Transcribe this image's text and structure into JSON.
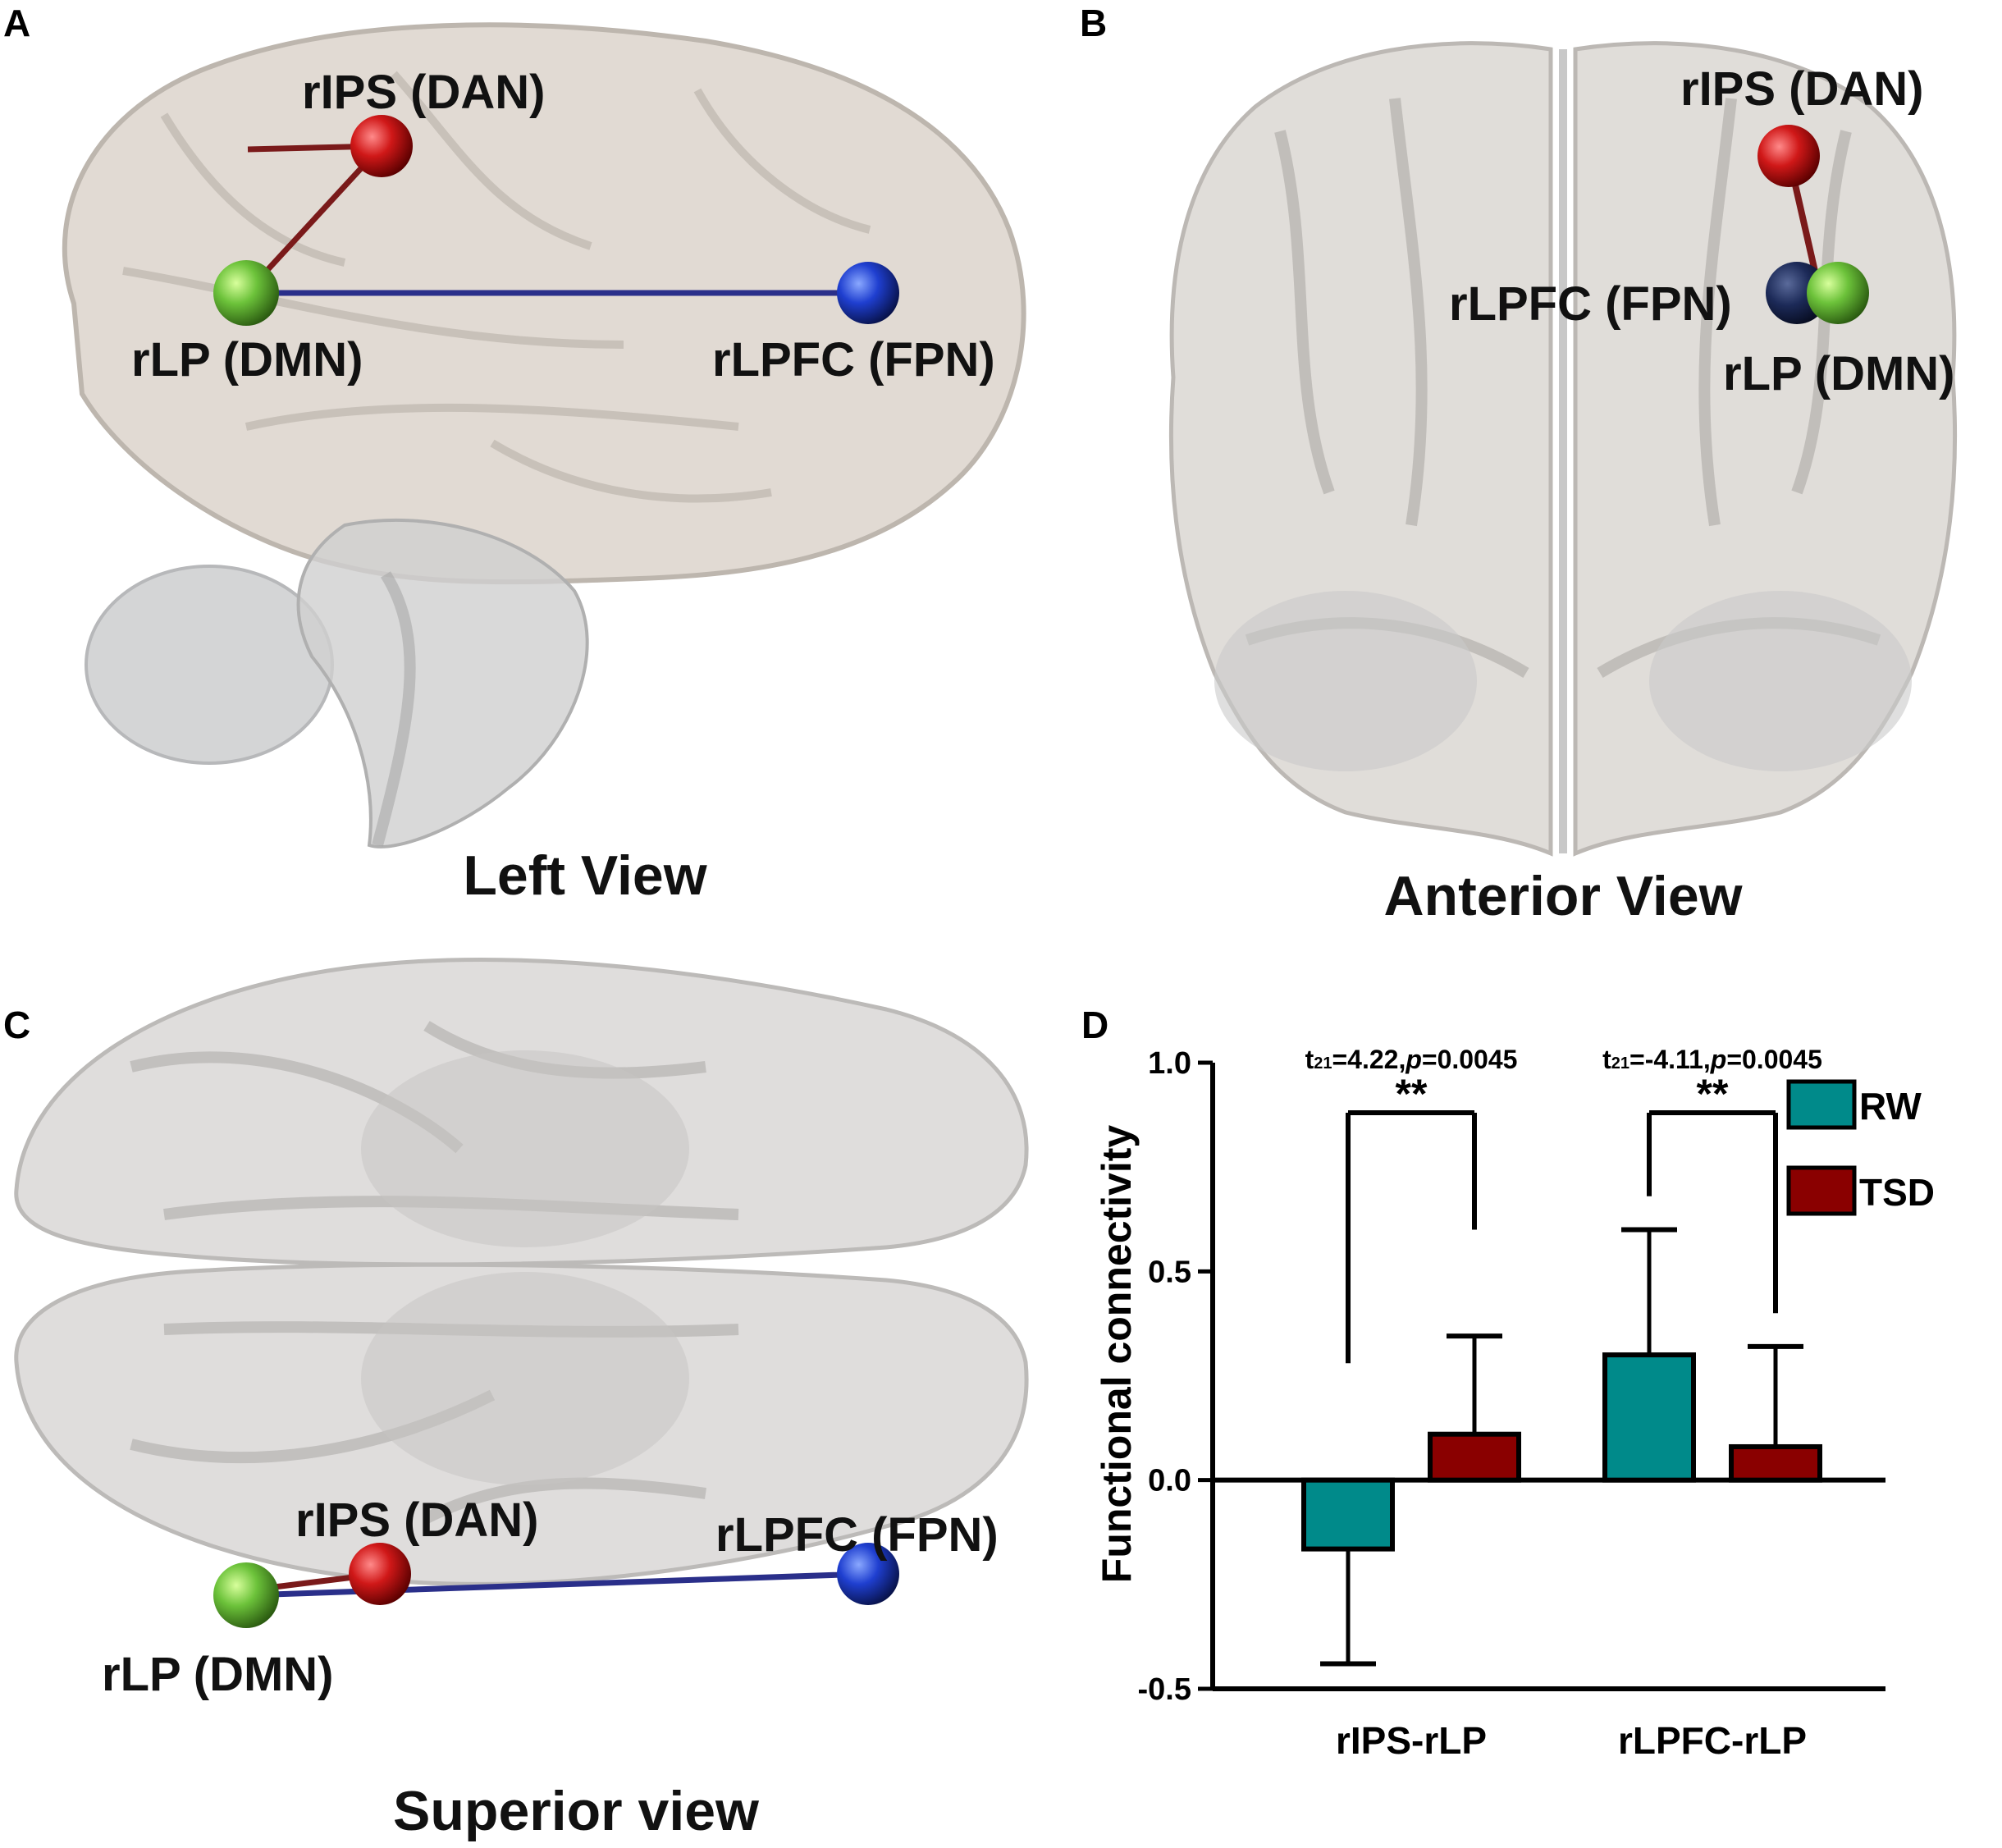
{
  "panels": {
    "A": {
      "letter": "A",
      "view_title": "Left View",
      "nodes": {
        "ips": "rIPS (DAN)",
        "lp": "rLP (DMN)",
        "lpfc": "rLPFC (FPN)"
      }
    },
    "B": {
      "letter": "B",
      "view_title": "Anterior View",
      "nodes": {
        "ips": "rIPS (DAN)",
        "lp": "rLP (DMN)",
        "lpfc": "rLPFC (FPN)"
      }
    },
    "C": {
      "letter": "C",
      "view_title": "Superior view",
      "nodes": {
        "ips": "rIPS (DAN)",
        "lp": "rLP (DMN)",
        "lpfc": "rLPFC (FPN)"
      }
    },
    "D": {
      "letter": "D"
    }
  },
  "colors": {
    "dan_node": "#c81414",
    "dmn_node": "#6cc23a",
    "fpn_node": "#1f3fd0",
    "dan_edge": "#7a1a1a",
    "fpn_edge": "#2a2f8a",
    "rw": "#008a8a",
    "tsd": "#8a0000",
    "brain": "#d9d4cf"
  },
  "chart_data": {
    "type": "bar",
    "ylabel": "Functional  connectivity",
    "ylim": [
      -0.5,
      1.0
    ],
    "yticks": [
      -0.5,
      0.0,
      0.5,
      1.0
    ],
    "ytick_labels": [
      "-0.5",
      "0.0",
      "0.5",
      "1.0"
    ],
    "categories": [
      "rIPS-rLP",
      "rLPFC-rLP"
    ],
    "series": [
      {
        "name": "RW",
        "values": [
          -0.165,
          0.3
        ],
        "error": [
          0.275,
          0.3
        ],
        "color": "#008a8a"
      },
      {
        "name": "TSD",
        "values": [
          0.11,
          0.08
        ],
        "error": [
          0.235,
          0.24
        ],
        "color": "#8a0000"
      }
    ],
    "legend": {
      "position": "top-right",
      "entries": [
        "RW",
        "TSD"
      ]
    },
    "annotations": [
      {
        "category": 0,
        "sub": "21",
        "text": "=4.22,",
        "p_label": "p",
        "p_text": "=0.0045",
        "sig": "**",
        "bracket_y": 0.88,
        "left_y": 0.28,
        "right_y": 0.6
      },
      {
        "category": 1,
        "sub": "21",
        "text": "=-4.11,",
        "p_label": "p",
        "p_text": "=0.0045",
        "sig": "**",
        "bracket_y": 0.88,
        "left_y": 0.68,
        "right_y": 0.4
      }
    ],
    "stat_prefix": "t"
  }
}
